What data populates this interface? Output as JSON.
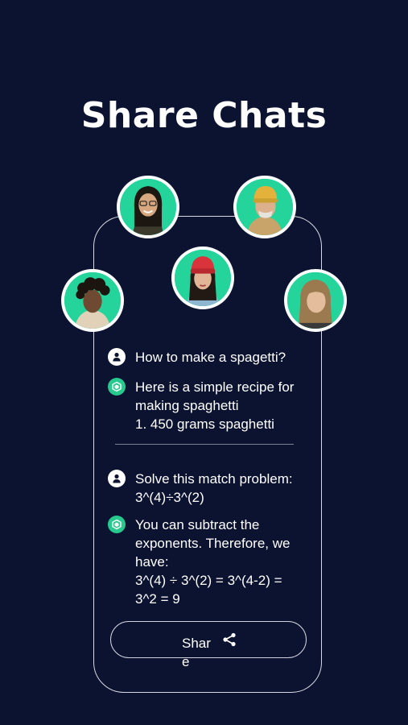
{
  "title": "Share Chats",
  "avatars": [
    {
      "name": "person-glasses-smiling"
    },
    {
      "name": "person-yellow-beanie"
    },
    {
      "name": "person-red-beanie"
    },
    {
      "name": "person-curly-hair"
    },
    {
      "name": "person-blonde-woman"
    }
  ],
  "chat": [
    {
      "role": "user",
      "icon": "user-icon",
      "text": "How to make a spagetti?"
    },
    {
      "role": "bot",
      "icon": "bot-icon",
      "text": "Here is a simple recipe for making spaghetti\n1. 450 grams spaghetti"
    },
    {
      "role": "user",
      "icon": "user-icon",
      "text": "Solve this match problem: 3^(4)÷3^(2)"
    },
    {
      "role": "bot",
      "icon": "bot-icon",
      "text": "You can subtract the exponents. Therefore, we have:\n3^(4) ÷ 3^(2) = 3^(4-2) = 3^2 = 9"
    }
  ],
  "share_button": {
    "label": "Share",
    "icon": "share-icon"
  },
  "colors": {
    "background": "#0c1330",
    "accent": "#27c98e",
    "avatar_bg": "#25d49b"
  }
}
